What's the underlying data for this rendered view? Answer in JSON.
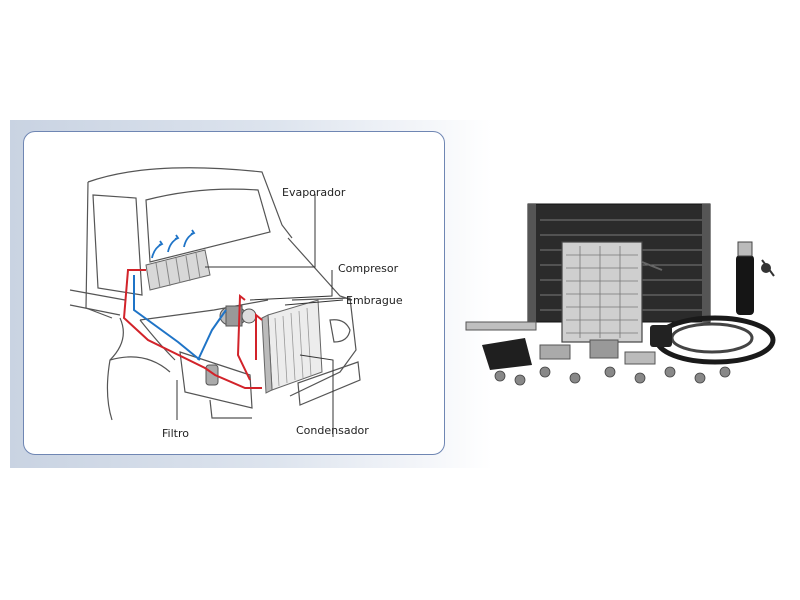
{
  "labels": {
    "evaporador": "Evaporador",
    "compresor": "Compresor",
    "embrague": "Embrague",
    "filtro": "Filtro",
    "condensador": "Condensador"
  },
  "colors": {
    "panel_border": "#6f86b3",
    "hot_line": "#d2232a",
    "cold_line": "#1f74c7"
  }
}
